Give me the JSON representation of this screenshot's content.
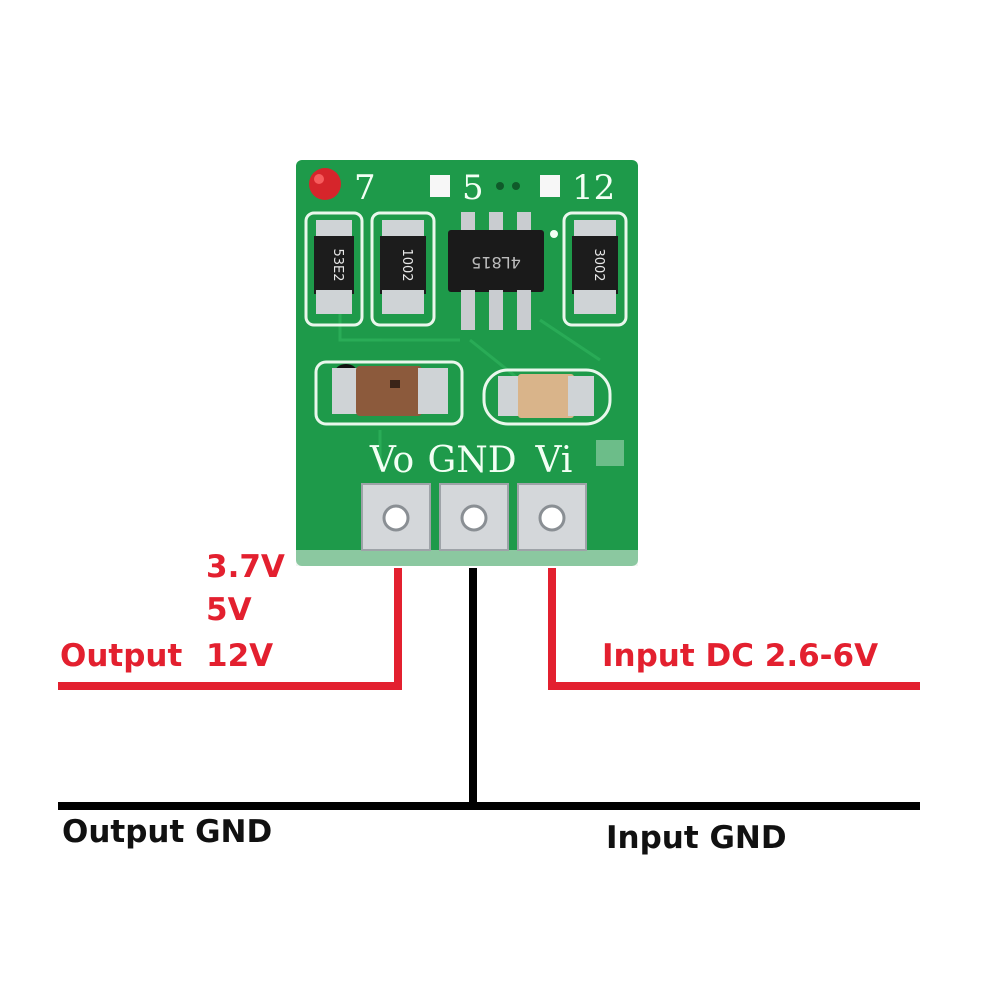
{
  "colors": {
    "pcb": "#1e9a4a",
    "pcb_dark": "#16803c",
    "silk": "#f2fff4",
    "output_wire": "#e3202f",
    "ground_wire": "#000000",
    "label_red": "#e3202f",
    "label_black": "#111111"
  },
  "board": {
    "silkscreen_top": [
      "7",
      "5",
      "12"
    ],
    "pin_labels": [
      "Vo",
      "GND",
      "Vi"
    ],
    "resistor_markings": [
      "53E2",
      "1002",
      "3002"
    ],
    "ic_marking": "4L815"
  },
  "labels": {
    "output_voltages": [
      "3.7V",
      "5V",
      "12V"
    ],
    "output": "Output",
    "input": "Input DC 2.6-6V",
    "output_gnd": "Output GND",
    "input_gnd": "Input GND"
  }
}
